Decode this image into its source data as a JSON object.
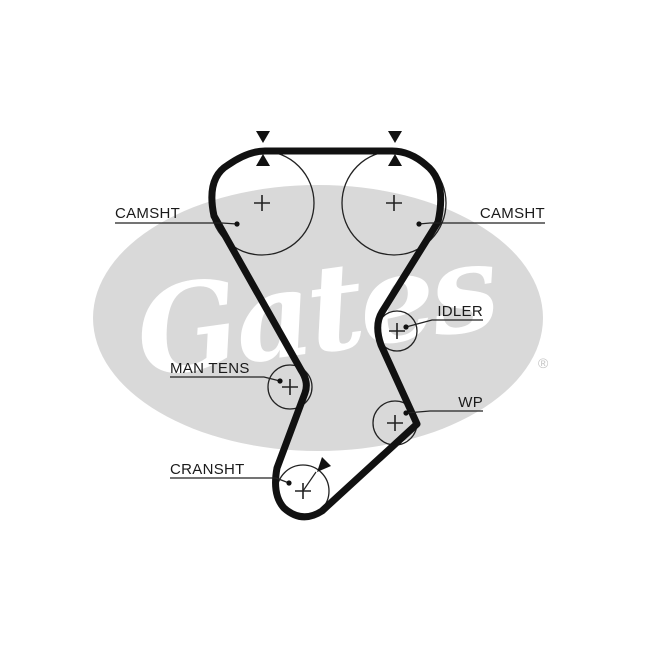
{
  "labels": {
    "camshaft_left": "CAMSHT",
    "camshaft_right": "CAMSHT",
    "idler": "IDLER",
    "man_tens": "MAN TENS",
    "water_pump": "WP",
    "crankshaft": "CRANSHT"
  },
  "watermark": {
    "registered_mark": "®",
    "logo_wordmark": "Gates"
  },
  "colors": {
    "belt": "#111111",
    "logo": "#d9d9d9",
    "lines": "#222222"
  }
}
